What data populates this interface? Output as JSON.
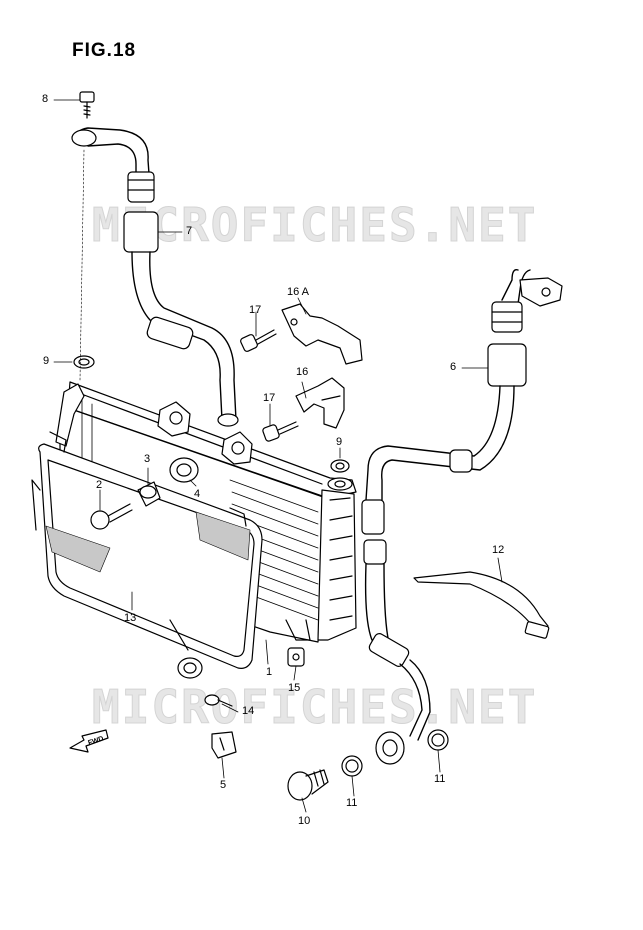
{
  "figure": {
    "title": "FIG.18",
    "watermark": "MICROFICHES.NET",
    "direction_label": "FWD"
  },
  "callouts": [
    {
      "id": "c8",
      "label": "8"
    },
    {
      "id": "c7",
      "label": "7"
    },
    {
      "id": "c9a",
      "label": "9"
    },
    {
      "id": "c17a",
      "label": "17"
    },
    {
      "id": "c16a",
      "label": "16 A"
    },
    {
      "id": "c17b",
      "label": "17"
    },
    {
      "id": "c16",
      "label": "16"
    },
    {
      "id": "c9b",
      "label": "9"
    },
    {
      "id": "c6",
      "label": "6"
    },
    {
      "id": "c3",
      "label": "3"
    },
    {
      "id": "c2",
      "label": "2"
    },
    {
      "id": "c4",
      "label": "4"
    },
    {
      "id": "c12",
      "label": "12"
    },
    {
      "id": "c13",
      "label": "13"
    },
    {
      "id": "c1",
      "label": "1"
    },
    {
      "id": "c15",
      "label": "15"
    },
    {
      "id": "c14",
      "label": "14"
    },
    {
      "id": "c5",
      "label": "5"
    },
    {
      "id": "c10",
      "label": "10"
    },
    {
      "id": "c11a",
      "label": "11"
    },
    {
      "id": "c11b",
      "label": "11"
    }
  ],
  "colors": {
    "line": "#000000",
    "watermark": "#e6e6e6"
  }
}
